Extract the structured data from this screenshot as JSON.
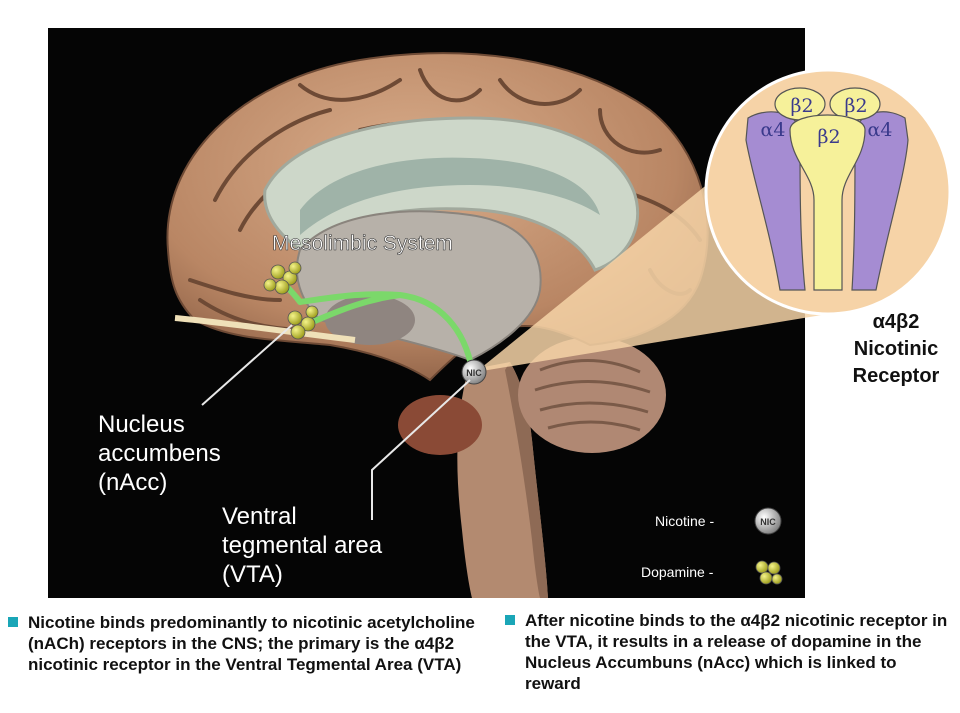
{
  "labels": {
    "mesolimbic": "Mesolimbic System",
    "nacc_line1": "Nucleus",
    "nacc_line2": "accumbens",
    "nacc_line3": "(nAcc)",
    "vta_line1": "Ventral",
    "vta_line2": "tegmental area",
    "vta_line3": "(VTA)",
    "nic_marker": "NIC"
  },
  "receptor": {
    "subunits": {
      "beta2_top_left": "β2",
      "beta2_top_right": "β2",
      "beta2_center": "β2",
      "alpha4_left": "α4",
      "alpha4_right": "α4"
    },
    "caption_line1": "α4β2",
    "caption_line2": "Nicotinic",
    "caption_line3": "Receptor"
  },
  "legend": {
    "nicotine": "Nicotine -",
    "nicotine_icon": "NIC",
    "dopamine": "Dopamine -"
  },
  "bullets": {
    "left": "Nicotine binds predominantly to nicotinic acetylcholine (nACh) receptors in the CNS; the primary is the α4β2 nicotinic receptor in the Ventral Tegmental Area (VTA)",
    "right": "After nicotine binds to the α4β2 nicotinic receptor in the VTA, it results in a release of dopamine in the Nucleus Accumbuns (nAcc) which is linked to reward"
  },
  "colors": {
    "background_panel": "#050505",
    "brain_tan": "#c99a78",
    "receptor_circle": "#f6d3a7",
    "alpha4": "#a58cd2",
    "beta2": "#f6f19a",
    "pathway_green": "#7bd86a",
    "dopamine_yellow": "#d7d43a",
    "bullet_teal": "#1aa6b7"
  }
}
